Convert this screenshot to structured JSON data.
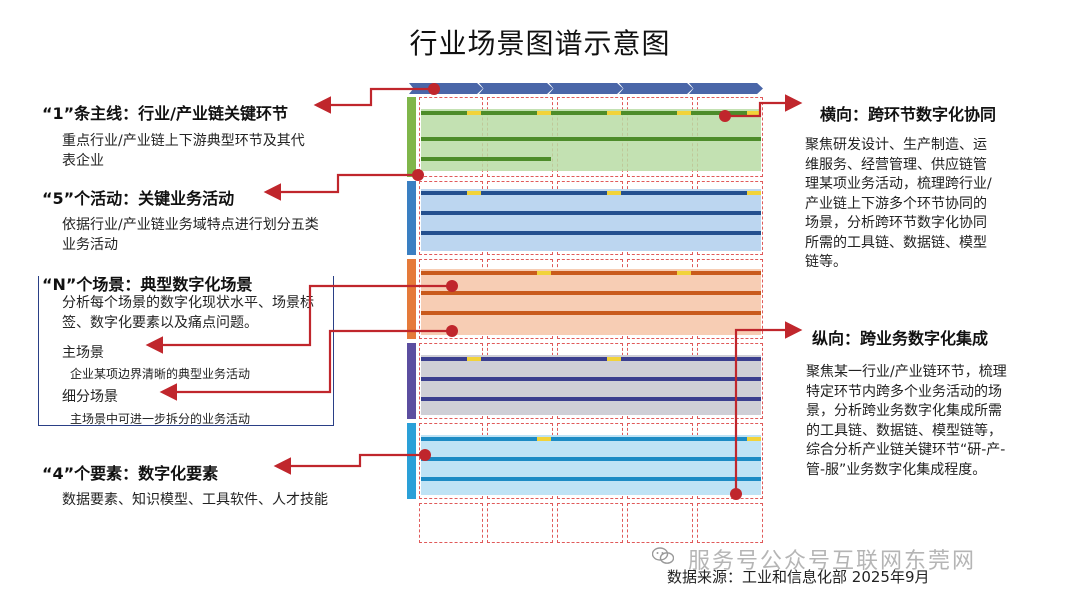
{
  "title": "行业场景图谱示意图",
  "left": {
    "line1_head": "“1”条主线：行业/产业链关键环节",
    "line1_desc": "重点行业/产业链上下游典型环节及其代表企业",
    "line5_head": "“5”个活动：关键业务活动",
    "line5_desc": "依据行业/产业链业务域特点进行划分五类业务活动",
    "lineN_head": "“N”个场景：典型数字化场景",
    "lineN_desc": "分析每个场景的数字化现状水平、场景标签、数字化要素以及痛点问题。",
    "main_scene": "主场景",
    "main_scene_desc": "企业某项边界清晰的典型业务活动",
    "sub_scene": "细分场景",
    "sub_scene_desc": "主场景中可进一步拆分的业务活动",
    "line4_head": "“4”个要素：数字化要素",
    "line4_desc": "数据要素、知识模型、工具软件、人才技能"
  },
  "right": {
    "horizontal_head": "横向：跨环节数字化协同",
    "horizontal_desc": "聚焦研发设计、生产制造、运维服务、经营管理、供应链管理某项业务活动，梳理跨行业/产业链上下游多个环节协同的场景，分析跨环节数字化协同所需的工具链、数据链、模型链等。",
    "vertical_head": "纵向：跨业务数字化集成",
    "vertical_desc": "聚焦某一行业/产业链环节，梳理特定环节内跨多个业务活动的场景，分析跨业务数字化集成所需的工具链、数据链、模型链等，综合分析产业链关键环节“研-产-管-服”业务数字化集成程度。"
  },
  "source": "数据来源：工业和信息化部 2025年9月",
  "watermark": "服务号公众号互联网东莞网",
  "colors": {
    "arrow": "#c0262c",
    "box_border": "#2a3f86",
    "band_green": "#7fb64a",
    "band_blue": "#3a7fc2",
    "band_orange": "#e57a3a",
    "band_purple": "#5b4ea0",
    "band_cyan": "#2aa0d8"
  },
  "icons": {
    "watermark": "wechat-icon"
  }
}
